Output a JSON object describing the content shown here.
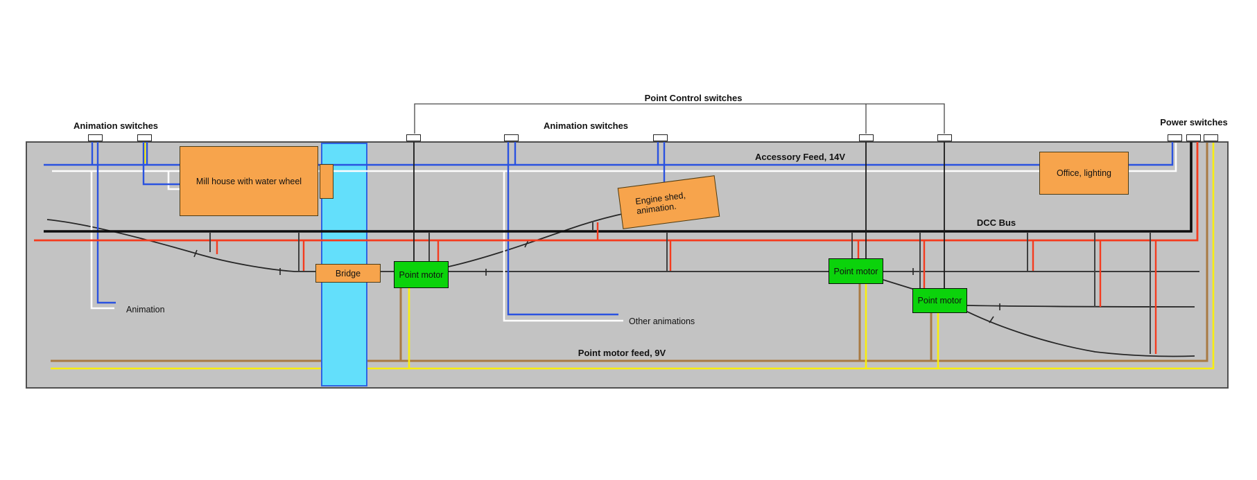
{
  "labels": {
    "animation_switches_left": "Animation switches",
    "point_control_switches": "Point Control switches",
    "animation_switches_middle": "Animation switches",
    "power_switches": "Power switches",
    "accessory_feed": "Accessory Feed, 14V",
    "dcc_bus": "DCC Bus",
    "point_motor_feed": "Point motor feed, 9V",
    "animation": "Animation",
    "other_animations": "Other animations"
  },
  "boxes": {
    "mill_house": {
      "label": "Mill house with water wheel"
    },
    "water_wheel": {
      "label": ""
    },
    "bridge": {
      "label": "Bridge"
    },
    "engine_shed": {
      "line1": "Engine shed,",
      "line2": "animation."
    },
    "office": {
      "label": "Office, lighting"
    },
    "point_motors": [
      {
        "label": "Point motor"
      },
      {
        "label": "Point motor"
      },
      {
        "label": "Point motor"
      }
    ]
  },
  "switch_groups": [
    {
      "name": "animation-switches-left",
      "count": 2
    },
    {
      "name": "point-control-switches",
      "count": 3
    },
    {
      "name": "animation-switches-middle",
      "count": 2
    },
    {
      "name": "power-switches",
      "count": 3
    }
  ],
  "buses": [
    {
      "name": "accessory-feed-blue",
      "voltage": "14V",
      "color_key": "blue"
    },
    {
      "name": "accessory-feed-return-white",
      "voltage": "14V",
      "color_key": "white_wire"
    },
    {
      "name": "dcc-bus-black",
      "color_key": "black_bus"
    },
    {
      "name": "dcc-bus-red",
      "color_key": "red"
    },
    {
      "name": "point-motor-feed-brown",
      "voltage": "9V",
      "color_key": "brown"
    },
    {
      "name": "point-motor-feed-yellow",
      "voltage": "9V",
      "color_key": "yellow"
    }
  ],
  "colors": {
    "board": "#c3c3c3",
    "board_border": "#4f4f4f",
    "orange": "#f7a44c",
    "green": "#0bd30b",
    "river": "#63dffb",
    "river_border": "#2d63e3",
    "blue": "#2a52e0",
    "white_wire": "#fdfdfd",
    "red": "#f43b1e",
    "yellow": "#f9ee0e",
    "brown": "#a87a42",
    "black_bus": "#0d0d0d",
    "track": "#262626",
    "dropper": "#3f3f3f",
    "bracket": "#474747",
    "switch_fill": "#ffffff"
  }
}
